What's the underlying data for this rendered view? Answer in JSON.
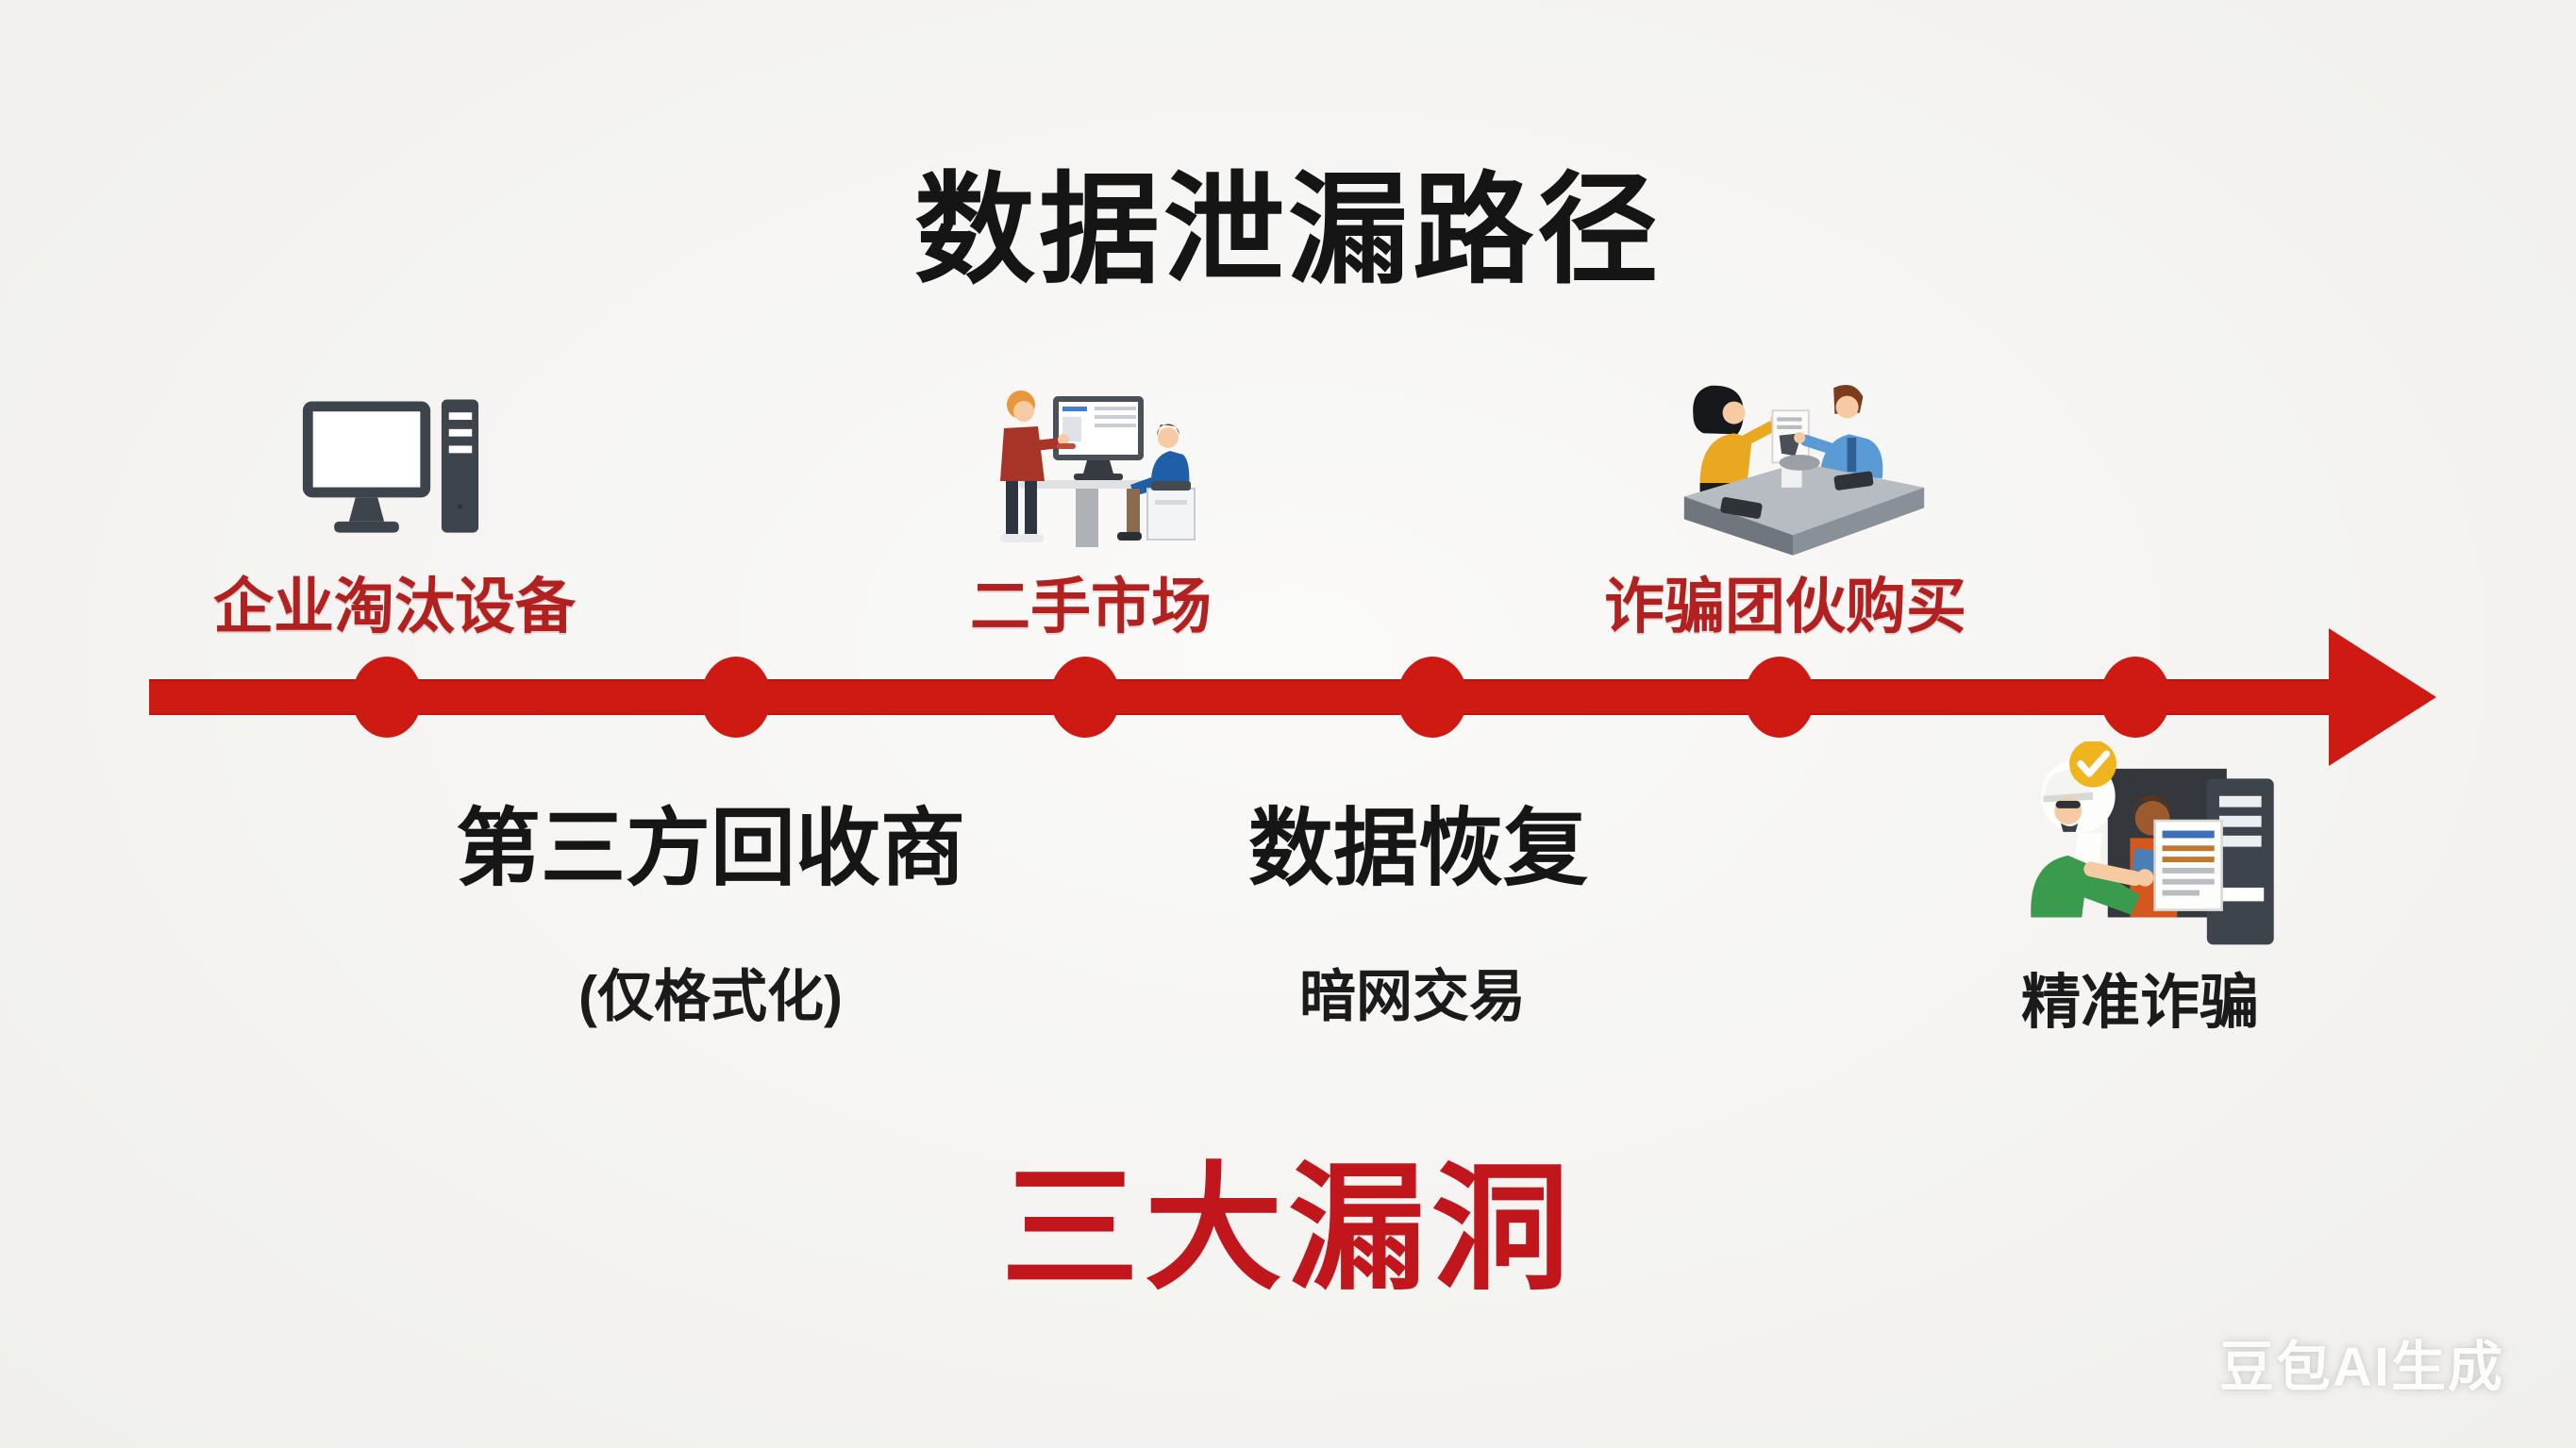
{
  "title": "数据泄漏路径",
  "timeline": {
    "direction": "left-to-right",
    "node_count": 6,
    "above": [
      {
        "label": "企业淘汰设备",
        "icon": "desktop-computer-icon"
      },
      {
        "label": "二手市场",
        "icon": "secondhand-market-icon"
      },
      {
        "label": "诈骗团伙购买",
        "icon": "fraud-deal-counter-icon"
      }
    ],
    "below": [
      {
        "label": "第三方回收商",
        "sublabel": "(仅格式化)"
      },
      {
        "label": "数据恢复",
        "sublabel": "暗网交易"
      },
      {
        "label": "精准诈骗",
        "icon": "targeted-scam-icon"
      }
    ]
  },
  "footer_headline": "三大漏洞",
  "watermark": "豆包AI生成",
  "colors": {
    "arrow_red": "#cf1a14",
    "stage_label_red": "#b32020",
    "headline_red": "#c0161c",
    "text_black": "#161616",
    "background": "#f5f4f1",
    "watermark_white": "#fcfcfb"
  }
}
